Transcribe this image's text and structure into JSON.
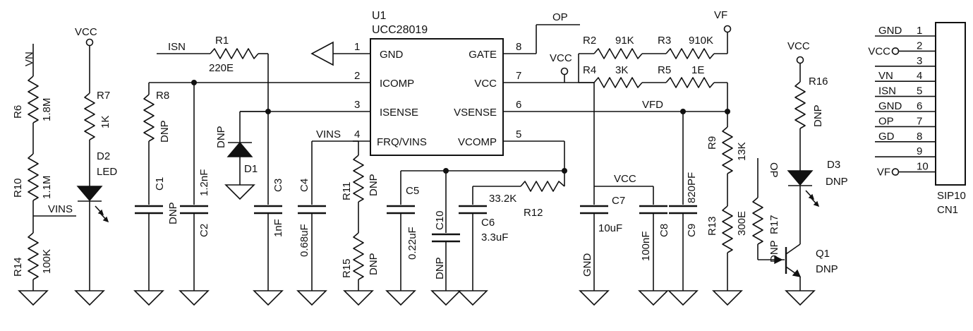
{
  "u1": {
    "ref": "U1",
    "part": "UCC28019",
    "pins": [
      {
        "num": "1",
        "name": "GND"
      },
      {
        "num": "2",
        "name": "ICOMP"
      },
      {
        "num": "3",
        "name": "ISENSE"
      },
      {
        "num": "4",
        "name": "FRQ/VINS"
      },
      {
        "num": "8",
        "name": "GATE"
      },
      {
        "num": "7",
        "name": "VCC"
      },
      {
        "num": "6",
        "name": "VSENSE"
      },
      {
        "num": "5",
        "name": "VCOMP"
      }
    ]
  },
  "nets": {
    "vn": "VN",
    "vcc": "VCC",
    "vins": "VINS",
    "isn": "ISN",
    "op": "OP",
    "vf": "VF",
    "vfd": "VFD",
    "gnd": "GND"
  },
  "components": {
    "r1": {
      "ref": "R1",
      "value": "220E"
    },
    "r2": {
      "ref": "R2",
      "value": "91K"
    },
    "r3": {
      "ref": "R3",
      "value": "910K"
    },
    "r4": {
      "ref": "R4",
      "value": "3K"
    },
    "r5": {
      "ref": "R5",
      "value": "1E"
    },
    "r6": {
      "ref": "R6",
      "value": "1.8M"
    },
    "r7": {
      "ref": "R7",
      "value": "1K"
    },
    "r8": {
      "ref": "R8",
      "value": "DNP"
    },
    "r9": {
      "ref": "R9",
      "value": "13K"
    },
    "r10": {
      "ref": "R10",
      "value": "1.1M"
    },
    "r11": {
      "ref": "R11",
      "value": "DNP"
    },
    "r12": {
      "ref": "R12",
      "value": "33.2K"
    },
    "r13": {
      "ref": "R13",
      "value": "300E"
    },
    "r14": {
      "ref": "R14",
      "value": "100K"
    },
    "r15": {
      "ref": "R15",
      "value": "DNP"
    },
    "r16": {
      "ref": "R16",
      "value": "DNP"
    },
    "r17": {
      "ref": "R17",
      "value": "DNP",
      "extra": "OP"
    },
    "c1": {
      "ref": "C1",
      "value": "DNP"
    },
    "c2": {
      "ref": "C2",
      "value": "1.2nF"
    },
    "c3": {
      "ref": "C3",
      "value": "1nF"
    },
    "c4": {
      "ref": "C4",
      "value": "0.68uF"
    },
    "c5": {
      "ref": "C5",
      "value": "0.22uF"
    },
    "c6": {
      "ref": "C6",
      "value": "3.3uF"
    },
    "c7": {
      "ref": "C7",
      "value": "10uF"
    },
    "c8": {
      "ref": "C8",
      "value": "100nF"
    },
    "c9": {
      "ref": "C9",
      "value": "820PF"
    },
    "c10": {
      "ref": "C10",
      "value": "DNP"
    },
    "d1": {
      "ref": "D1",
      "value": "DNP"
    },
    "d2": {
      "ref": "D2",
      "value": "LED"
    },
    "d3": {
      "ref": "D3",
      "value": "DNP"
    },
    "q1": {
      "ref": "Q1",
      "value": "DNP"
    }
  },
  "connector": {
    "ref": "SIP10",
    "name": "CN1",
    "pins": [
      {
        "num": "1",
        "label": "GND"
      },
      {
        "num": "2",
        "label": "VCC"
      },
      {
        "num": "3",
        "label": ""
      },
      {
        "num": "4",
        "label": "VN"
      },
      {
        "num": "5",
        "label": "ISN"
      },
      {
        "num": "6",
        "label": "GND"
      },
      {
        "num": "7",
        "label": "OP"
      },
      {
        "num": "8",
        "label": "GD"
      },
      {
        "num": "9",
        "label": ""
      },
      {
        "num": "10",
        "label": "VF"
      }
    ]
  }
}
